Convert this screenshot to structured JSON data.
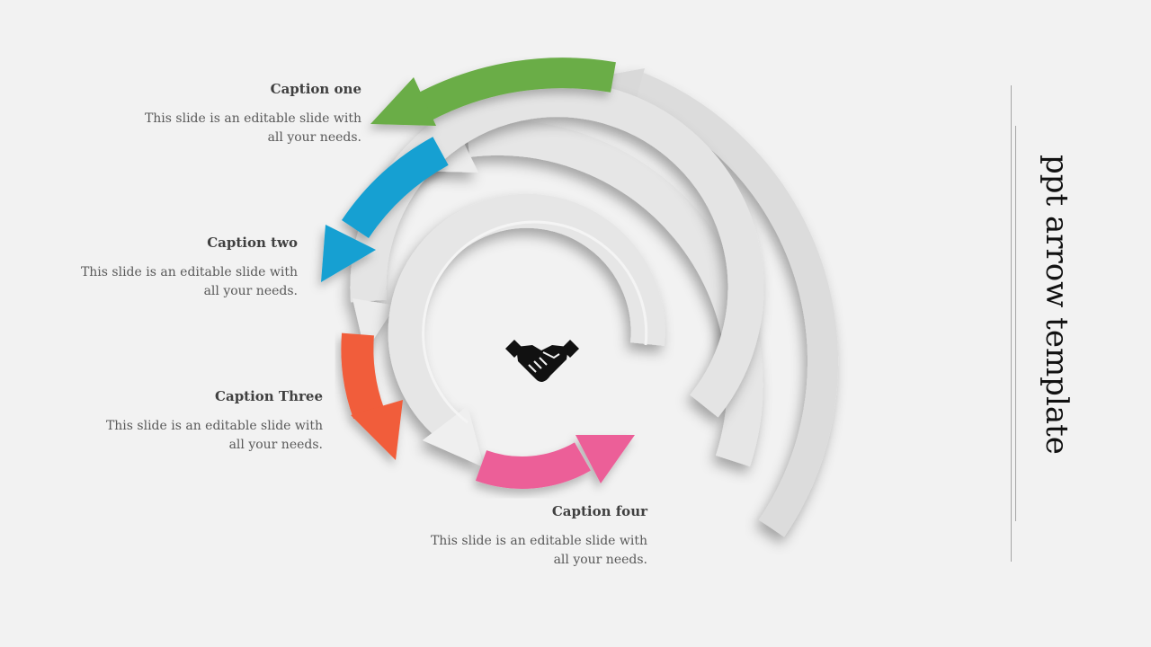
{
  "slide": {
    "title": "ppt arrow template"
  },
  "captions": [
    {
      "heading": "Caption one",
      "text": "This slide is an editable slide with all your needs.",
      "color": "#6aad46"
    },
    {
      "heading": "Caption two",
      "text": "This slide is an editable slide with all your needs.",
      "color": "#12a0d2"
    },
    {
      "heading": "Caption Three",
      "text": "This slide is an editable slide with all your needs.",
      "color": "#f15d3a"
    },
    {
      "heading": "Caption four",
      "text": "This slide is an editable slide with all your needs.",
      "color": "#ec5f98"
    }
  ],
  "center_icon": "handshake-icon",
  "colors": {
    "background": "#f2f2f2",
    "arc_gray": "#e2e2e2"
  }
}
